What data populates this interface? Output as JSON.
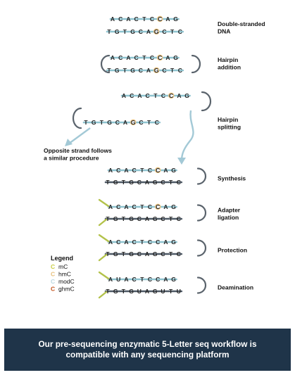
{
  "colors": {
    "strand_teal": "#8fc3cf",
    "strand_dark": "#4f5a66",
    "hairpin_gray": "#5a636c",
    "adapter_green": "#b3c24a",
    "arrow_blue": "#a3c9d6",
    "mC": "#c9cd46",
    "hmC": "#e7c07d",
    "modC": "#bcd9e2",
    "ghmC": "#c4561f",
    "banner_bg": "#1f3449"
  },
  "steps": [
    {
      "id": "double-stranded",
      "label_lines": [
        "Double-stranded",
        "DNA"
      ],
      "top": "ACACTCCAG",
      "top_mods": [
        "",
        "",
        "",
        "",
        "",
        "",
        "hmC",
        "",
        ""
      ],
      "bottom": "TGTGCAGCTC",
      "bottom_mods": [
        "",
        "",
        "",
        "",
        "",
        "",
        "hmC",
        "",
        "",
        ""
      ],
      "hairpin": "none",
      "adapter": false
    },
    {
      "id": "hairpin-addition",
      "label_lines": [
        "Hairpin",
        "addition"
      ],
      "top": "ACACTCCAG",
      "top_mods": [
        "",
        "",
        "",
        "",
        "",
        "",
        "hmC",
        "",
        ""
      ],
      "bottom": "TGTGCAGCTC",
      "bottom_mods": [
        "",
        "",
        "",
        "",
        "",
        "",
        "hmC",
        "",
        "",
        ""
      ],
      "hairpin": "both",
      "adapter": false
    },
    {
      "id": "hairpin-splitting",
      "label_lines": [
        "Hairpin",
        "splitting"
      ]
    },
    {
      "id": "synthesis",
      "label_lines": [
        "Synthesis"
      ],
      "top": "ACACTCCAG",
      "top_mods": [
        "",
        "",
        "",
        "",
        "",
        "",
        "hmC",
        "",
        ""
      ],
      "bottom": "TGTGCAGCTC",
      "bottom_mods": [
        "",
        "",
        "",
        "",
        "",
        "",
        "",
        "",
        "",
        ""
      ],
      "hairpin": "right",
      "adapter": false
    },
    {
      "id": "adapter-ligation",
      "label_lines": [
        "Adapter",
        "ligation"
      ],
      "top": "ACACTCCAG",
      "top_mods": [
        "",
        "",
        "",
        "",
        "",
        "",
        "hmC",
        "",
        ""
      ],
      "bottom": "TGTGCAGCTC",
      "bottom_mods": [
        "",
        "",
        "",
        "",
        "",
        "",
        "",
        "",
        "",
        ""
      ],
      "hairpin": "right",
      "adapter": true
    },
    {
      "id": "protection",
      "label_lines": [
        "Protection"
      ],
      "top": "ACACTCCAG",
      "top_mods": [
        "",
        "",
        "",
        "ghmC",
        "",
        "",
        "ghmC",
        "",
        ""
      ],
      "bottom": "TGTGCAGCTC",
      "bottom_mods": [
        "",
        "",
        "",
        "",
        "",
        "",
        "",
        "",
        "",
        ""
      ],
      "hairpin": "right",
      "adapter": true
    },
    {
      "id": "deamination",
      "label_lines": [
        "Deamination"
      ],
      "top": "AUACTCCAG",
      "top_mods": [
        "",
        "",
        "",
        "ghmC",
        "",
        "",
        "ghmC",
        "",
        ""
      ],
      "bottom": "TGTGUAGUTU",
      "bottom_mods": [
        "",
        "",
        "",
        "",
        "",
        "",
        "",
        "",
        "",
        ""
      ],
      "hairpin": "right",
      "adapter": true
    }
  ],
  "splitting": {
    "right_strand": "ACACTCCAG",
    "right_mods": [
      "",
      "",
      "",
      "",
      "",
      "",
      "hmC",
      "",
      ""
    ],
    "left_strand": "TGTGCAGCTC",
    "left_mods": [
      "",
      "",
      "",
      "",
      "",
      "",
      "hmC",
      "",
      "",
      ""
    ]
  },
  "side_note_lines": [
    "Opposite strand follows",
    "a similar procedure"
  ],
  "legend": {
    "title": "Legend",
    "letter": "C",
    "items": [
      {
        "key": "mC",
        "label": "mC"
      },
      {
        "key": "hmC",
        "label": "hmC"
      },
      {
        "key": "modC",
        "label": "modC"
      },
      {
        "key": "ghmC",
        "label": "ghmC"
      }
    ]
  },
  "banner": {
    "text": "Our pre-sequencing enzymatic 5-Letter seq workflow is compatible with any sequencing platform"
  }
}
